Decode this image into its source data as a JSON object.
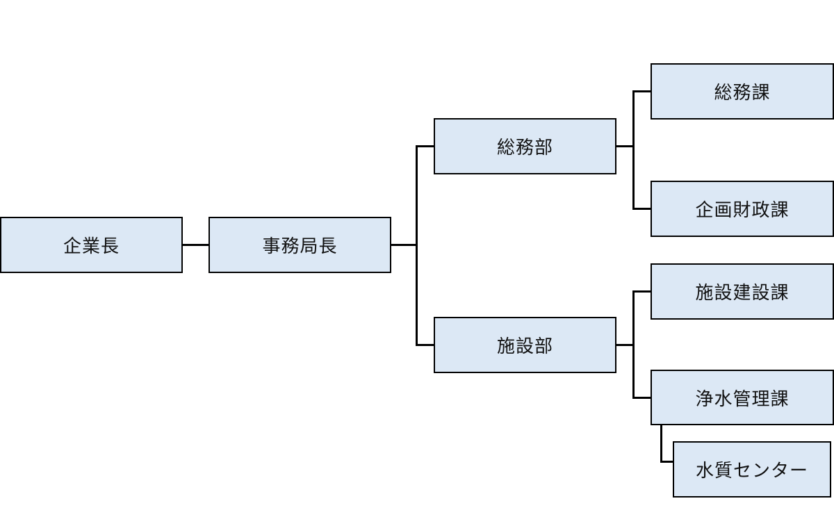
{
  "org_chart": {
    "root": "企業長",
    "director": "事務局長",
    "departments": [
      {
        "name": "総務部",
        "sections": [
          "総務課",
          "企画財政課"
        ]
      },
      {
        "name": "施設部",
        "sections": [
          "施設建設課",
          "浄水管理課"
        ]
      }
    ],
    "sub_unit": "水質センター"
  }
}
